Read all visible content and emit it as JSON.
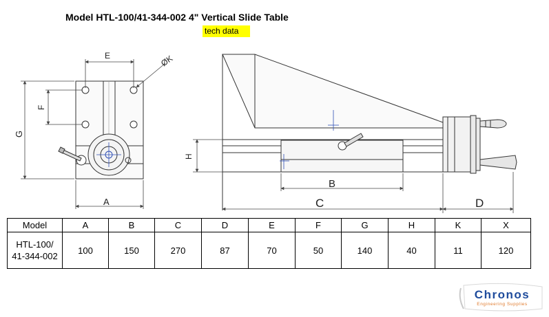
{
  "header": {
    "title": "Model HTL-100/41-344-002 4\" Vertical Slide Table",
    "badge": "tech data"
  },
  "drawing": {
    "labels": {
      "A": "A",
      "B": "B",
      "C": "C",
      "D": "D",
      "E": "E",
      "F": "F",
      "G": "G",
      "H": "H",
      "K": "ØK"
    }
  },
  "spec_table": {
    "columns": [
      "Model",
      "A",
      "B",
      "C",
      "D",
      "E",
      "F",
      "G",
      "H",
      "K",
      "X"
    ],
    "row": {
      "model_line1": "HTL-100/",
      "model_line2": "41-344-002",
      "values": [
        "100",
        "150",
        "270",
        "87",
        "70",
        "50",
        "140",
        "40",
        "11",
        "120"
      ]
    }
  },
  "logo": {
    "name": "Chronos",
    "tagline": "Engineering Supplies",
    "colors": {
      "primary": "#1e4b9c",
      "accent": "#e0792a"
    }
  }
}
